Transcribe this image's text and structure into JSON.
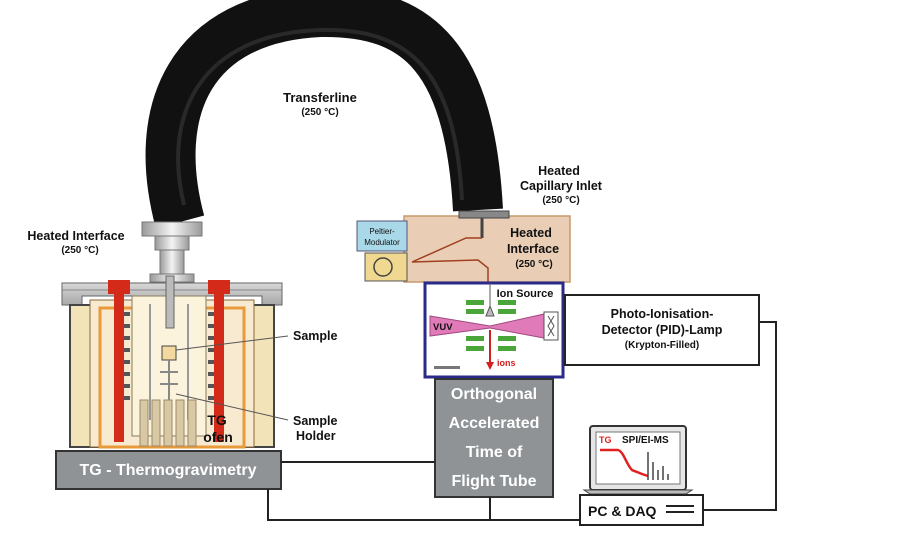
{
  "labels": {
    "transferline": "Transferline",
    "transferline_temp": "(250 °C)",
    "heated_interface_left": "Heated Interface",
    "heated_interface_left_temp": "(250 °C)",
    "heated_capillary_line1": "Heated",
    "heated_capillary_line2": "Capillary Inlet",
    "heated_capillary_temp": "(250 °C)",
    "peltier_line1": "Peltier-",
    "peltier_line2": "Modulator",
    "heated_interface_right_line1": "Heated",
    "heated_interface_right_line2": "Interface",
    "heated_interface_right_temp": "(250 °C)",
    "ion_source": "Ion Source",
    "vuv": "VUV",
    "ions": "ions",
    "pid_line1": "Photo-Ionisation-",
    "pid_line2": "Detector (PID)-Lamp",
    "pid_line3": "(Krypton-Filled)",
    "sample": "Sample",
    "sample_holder_line1": "Sample",
    "sample_holder_line2": "Holder",
    "tg_ofen_line1": "TG",
    "tg_ofen_line2": "ofen",
    "tg_box": "TG - Thermogravimetry",
    "tof_line1": "Orthogonal",
    "tof_line2": "Accelerated",
    "tof_line3": "Time of",
    "tof_line4": "Flight Tube",
    "monitor_tg": "TG",
    "monitor_ms": "SPI/EI-MS",
    "pc_daq": "PC & DAQ"
  },
  "colors": {
    "transferline": "#111111",
    "furnace_heater": "#d42a1a",
    "furnace_body": "#f6e7bf",
    "interface_box": "#e9cdb5",
    "peltier_box": "#a9d8e8",
    "ion_box_border": "#2a2a8a",
    "vuv_beam": "#e07ab8",
    "electrodes": "#4aa63a",
    "grey_box": "#8f9396",
    "tg_curve": "#e02020",
    "ms_peaks": "#444444"
  }
}
